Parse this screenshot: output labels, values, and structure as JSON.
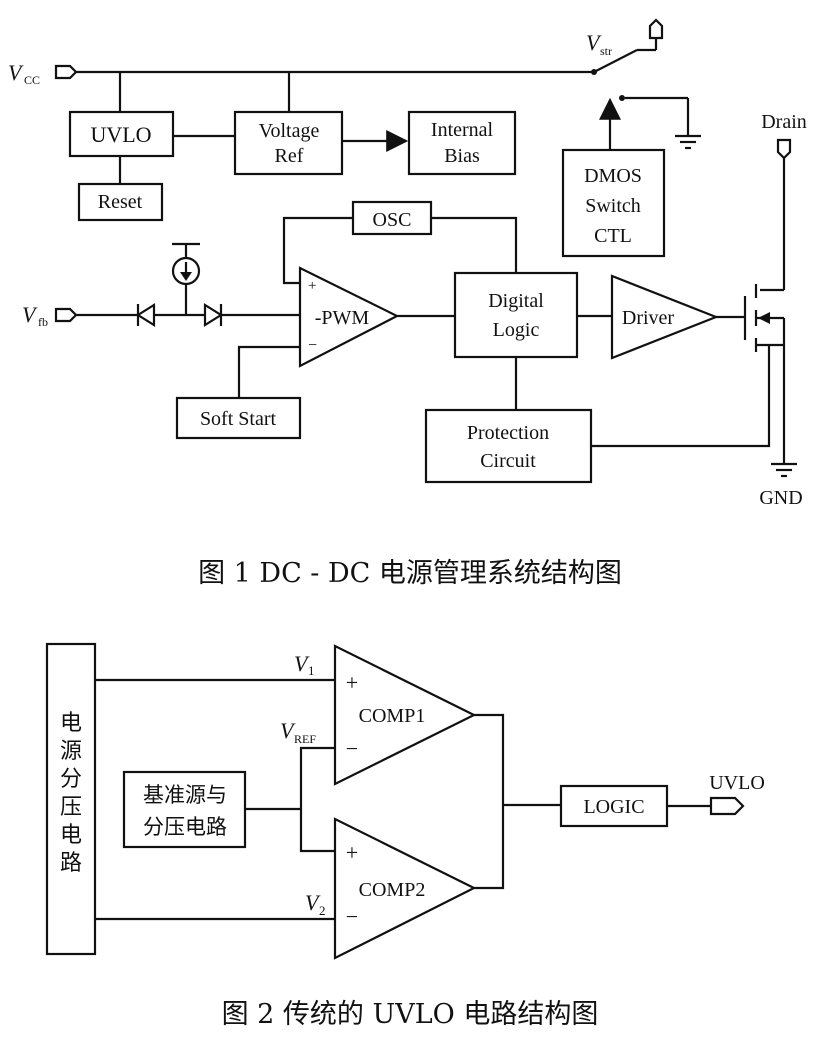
{
  "fig1": {
    "vcc": "V",
    "vcc_sub": "CC",
    "vstr": "V",
    "vstr_sub": "str",
    "vfb": "V",
    "vfb_sub": "fb",
    "uvlo": "UVLO",
    "reset": "Reset",
    "vref_line1": "Voltage",
    "vref_line2": "Ref",
    "bias_line1": "Internal",
    "bias_line2": "Bias",
    "dmos_line1": "DMOS",
    "dmos_line2": "Switch",
    "dmos_line3": "CTL",
    "drain": "Drain",
    "osc": "OSC",
    "pwm": "-PWM",
    "plus": "+",
    "minus": "−",
    "digital_line1": "Digital",
    "digital_line2": "Logic",
    "driver": "Driver",
    "soft_start": "Soft Start",
    "protection_line1": "Protection",
    "protection_line2": "Circuit",
    "gnd": "GND",
    "caption": "图 1   DC - DC 电源管理系统结构图"
  },
  "fig2": {
    "divider_label": [
      "电",
      "源",
      "分",
      "压",
      "电",
      "路"
    ],
    "ref_line1": "基准源与",
    "ref_line2": "分压电路",
    "v1": "V",
    "v1_sub": "1",
    "vref": "V",
    "vref_sub": "REF",
    "v2": "V",
    "v2_sub": "2",
    "comp1": "COMP1",
    "comp2": "COMP2",
    "plus": "+",
    "minus": "−",
    "logic": "LOGIC",
    "uvlo": "UVLO",
    "caption": "图 2   传统的 UVLO 电路结构图"
  }
}
